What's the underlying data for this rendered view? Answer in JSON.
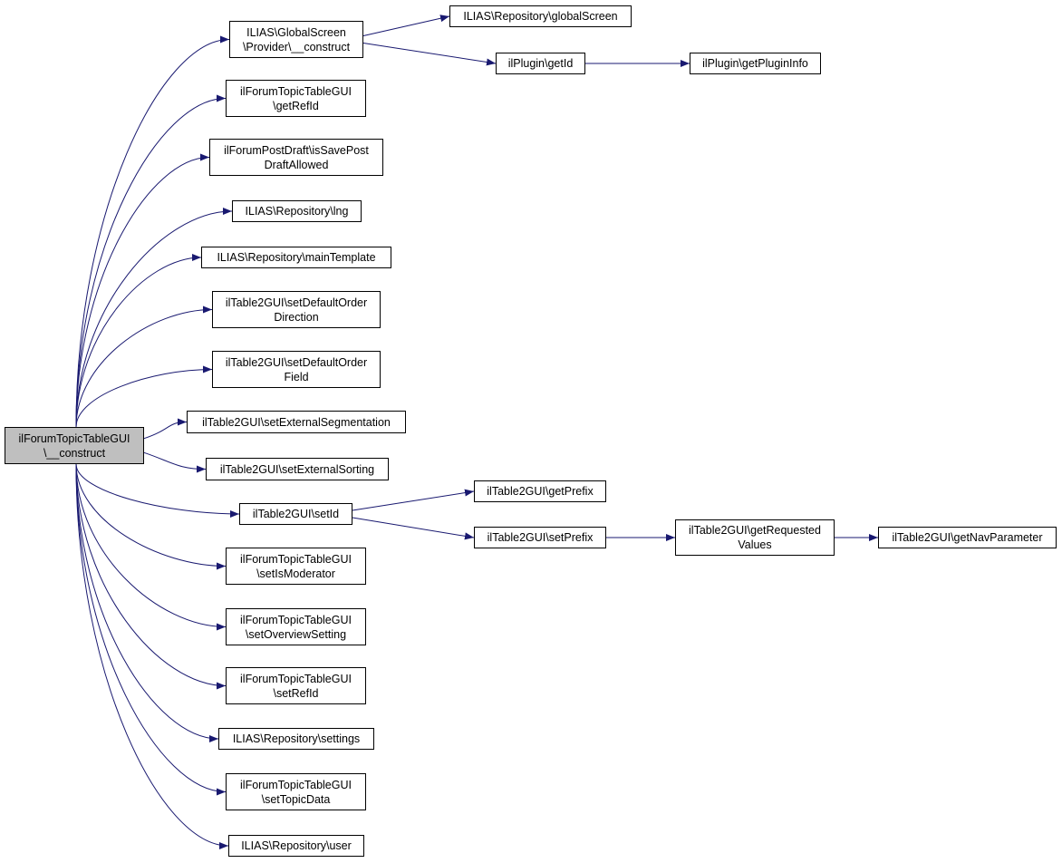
{
  "colors": {
    "edge": "#191970",
    "node_border": "#000000",
    "root_fill": "#bfbfbf",
    "node_fill": "#ffffff"
  },
  "nodes": {
    "root": [
      "ilForumTopicTableGUI",
      "\\__construct"
    ],
    "gs_construct": [
      "ILIAS\\GlobalScreen",
      "\\Provider\\__construct"
    ],
    "repo_globalscreen": [
      "ILIAS\\Repository\\globalScreen"
    ],
    "plugin_getid": [
      "ilPlugin\\getId"
    ],
    "plugin_getinfo": [
      "ilPlugin\\getPluginInfo"
    ],
    "ft_getrefid": [
      "ilForumTopicTableGUI",
      "\\getRefId"
    ],
    "draft_allowed": [
      "ilForumPostDraft\\isSavePost",
      "DraftAllowed"
    ],
    "repo_lng": [
      "ILIAS\\Repository\\lng"
    ],
    "repo_maintpl": [
      "ILIAS\\Repository\\mainTemplate"
    ],
    "t2_orderdir": [
      "ilTable2GUI\\setDefaultOrder",
      "Direction"
    ],
    "t2_orderfield": [
      "ilTable2GUI\\setDefaultOrder",
      "Field"
    ],
    "t2_extseg": [
      "ilTable2GUI\\setExternalSegmentation"
    ],
    "t2_extsort": [
      "ilTable2GUI\\setExternalSorting"
    ],
    "t2_setid": [
      "ilTable2GUI\\setId"
    ],
    "t2_getprefix": [
      "ilTable2GUI\\getPrefix"
    ],
    "t2_setprefix": [
      "ilTable2GUI\\setPrefix"
    ],
    "t2_getreq": [
      "ilTable2GUI\\getRequested",
      "Values"
    ],
    "t2_getnav": [
      "ilTable2GUI\\getNavParameter"
    ],
    "ft_setmod": [
      "ilForumTopicTableGUI",
      "\\setIsModerator"
    ],
    "ft_setoverview": [
      "ilForumTopicTableGUI",
      "\\setOverviewSetting"
    ],
    "ft_setrefid": [
      "ilForumTopicTableGUI",
      "\\setRefId"
    ],
    "repo_settings": [
      "ILIAS\\Repository\\settings"
    ],
    "ft_settopic": [
      "ilForumTopicTableGUI",
      "\\setTopicData"
    ],
    "repo_user": [
      "ILIAS\\Repository\\user"
    ]
  },
  "edges": [
    [
      "root",
      "gs_construct"
    ],
    [
      "root",
      "ft_getrefid"
    ],
    [
      "root",
      "draft_allowed"
    ],
    [
      "root",
      "repo_lng"
    ],
    [
      "root",
      "repo_maintpl"
    ],
    [
      "root",
      "t2_orderdir"
    ],
    [
      "root",
      "t2_orderfield"
    ],
    [
      "root",
      "t2_extseg"
    ],
    [
      "root",
      "t2_extsort"
    ],
    [
      "root",
      "t2_setid"
    ],
    [
      "root",
      "ft_setmod"
    ],
    [
      "root",
      "ft_setoverview"
    ],
    [
      "root",
      "ft_setrefid"
    ],
    [
      "root",
      "repo_settings"
    ],
    [
      "root",
      "ft_settopic"
    ],
    [
      "root",
      "repo_user"
    ],
    [
      "gs_construct",
      "repo_globalscreen"
    ],
    [
      "gs_construct",
      "plugin_getid"
    ],
    [
      "plugin_getid",
      "plugin_getinfo"
    ],
    [
      "t2_setid",
      "t2_getprefix"
    ],
    [
      "t2_setid",
      "t2_setprefix"
    ],
    [
      "t2_setprefix",
      "t2_getreq"
    ],
    [
      "t2_getreq",
      "t2_getnav"
    ]
  ]
}
